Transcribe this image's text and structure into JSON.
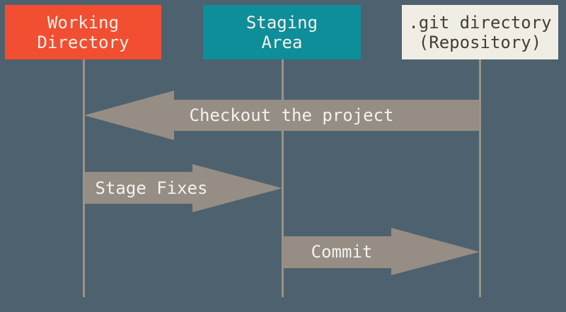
{
  "columns": [
    {
      "id": "working-directory",
      "label_line1": "Working",
      "label_line2": "Directory",
      "color": "#f24e31",
      "text_color": "#f4f1ea"
    },
    {
      "id": "staging-area",
      "label_line1": "Staging",
      "label_line2": "Area",
      "color": "#0e8e99",
      "text_color": "#f4f1ea"
    },
    {
      "id": "git-directory",
      "label_line1": ".git directory",
      "label_line2": "(Repository)",
      "color": "#f0eee4",
      "text_color": "#453e36"
    }
  ],
  "arrows": [
    {
      "label": "Checkout the project",
      "direction": "left",
      "from": "git-directory",
      "to": "working-directory"
    },
    {
      "label": "Stage Fixes",
      "direction": "right",
      "from": "working-directory",
      "to": "staging-area"
    },
    {
      "label": "Commit",
      "direction": "right",
      "from": "staging-area",
      "to": "git-directory"
    }
  ],
  "colors": {
    "background": "#4d626e",
    "arrow": "#968d84",
    "line": "#9b9289",
    "arrow_text": "#f4f2ee"
  }
}
